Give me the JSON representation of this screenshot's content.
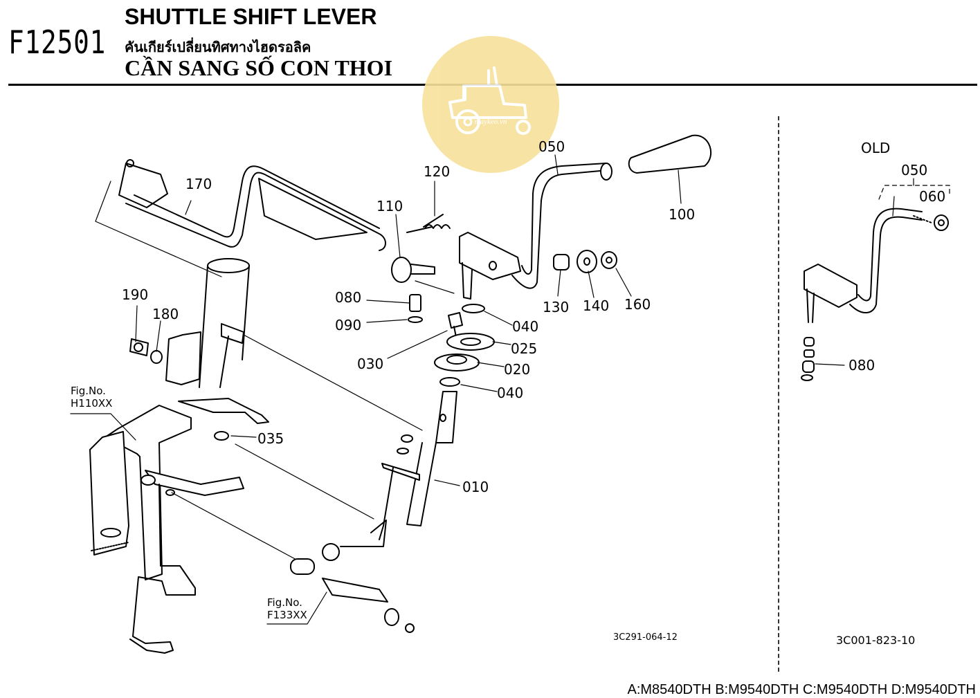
{
  "header": {
    "figure_code": "F12501",
    "title_en": "SHUTTLE SHIFT LEVER",
    "title_th": "คันเกียร์เปลี่ยนทิศทางไฮดรอลิค",
    "title_vi": "CẦN SANG SỐ CON THOI"
  },
  "watermark": {
    "text": "maykeo.vn",
    "icon": "tractor-logo-icon"
  },
  "main_diagram": {
    "labels": {
      "p170": "170",
      "p120": "120",
      "p110": "110",
      "p050": "050",
      "p100": "100",
      "p190": "190",
      "p180": "180",
      "p080": "080",
      "p090": "090",
      "p040a": "040",
      "p130": "130",
      "p140": "140",
      "p160": "160",
      "p025": "025",
      "p030": "030",
      "p020": "020",
      "p040b": "040",
      "p035": "035",
      "p010": "010"
    },
    "fig_refs": [
      {
        "label": "Fig.No.",
        "number": "H110XX"
      },
      {
        "label": "Fig.No.",
        "number": "F133XX"
      }
    ],
    "drawing_number": "3C291-064-12"
  },
  "old_diagram": {
    "heading": "OLD",
    "labels": {
      "p050": "050",
      "p060": "060",
      "p080": "080"
    },
    "drawing_number": "3C001-823-10"
  },
  "footer": {
    "models": "A:M8540DTH B:M9540DTH C:M9540DTH D:M9540DTH"
  }
}
